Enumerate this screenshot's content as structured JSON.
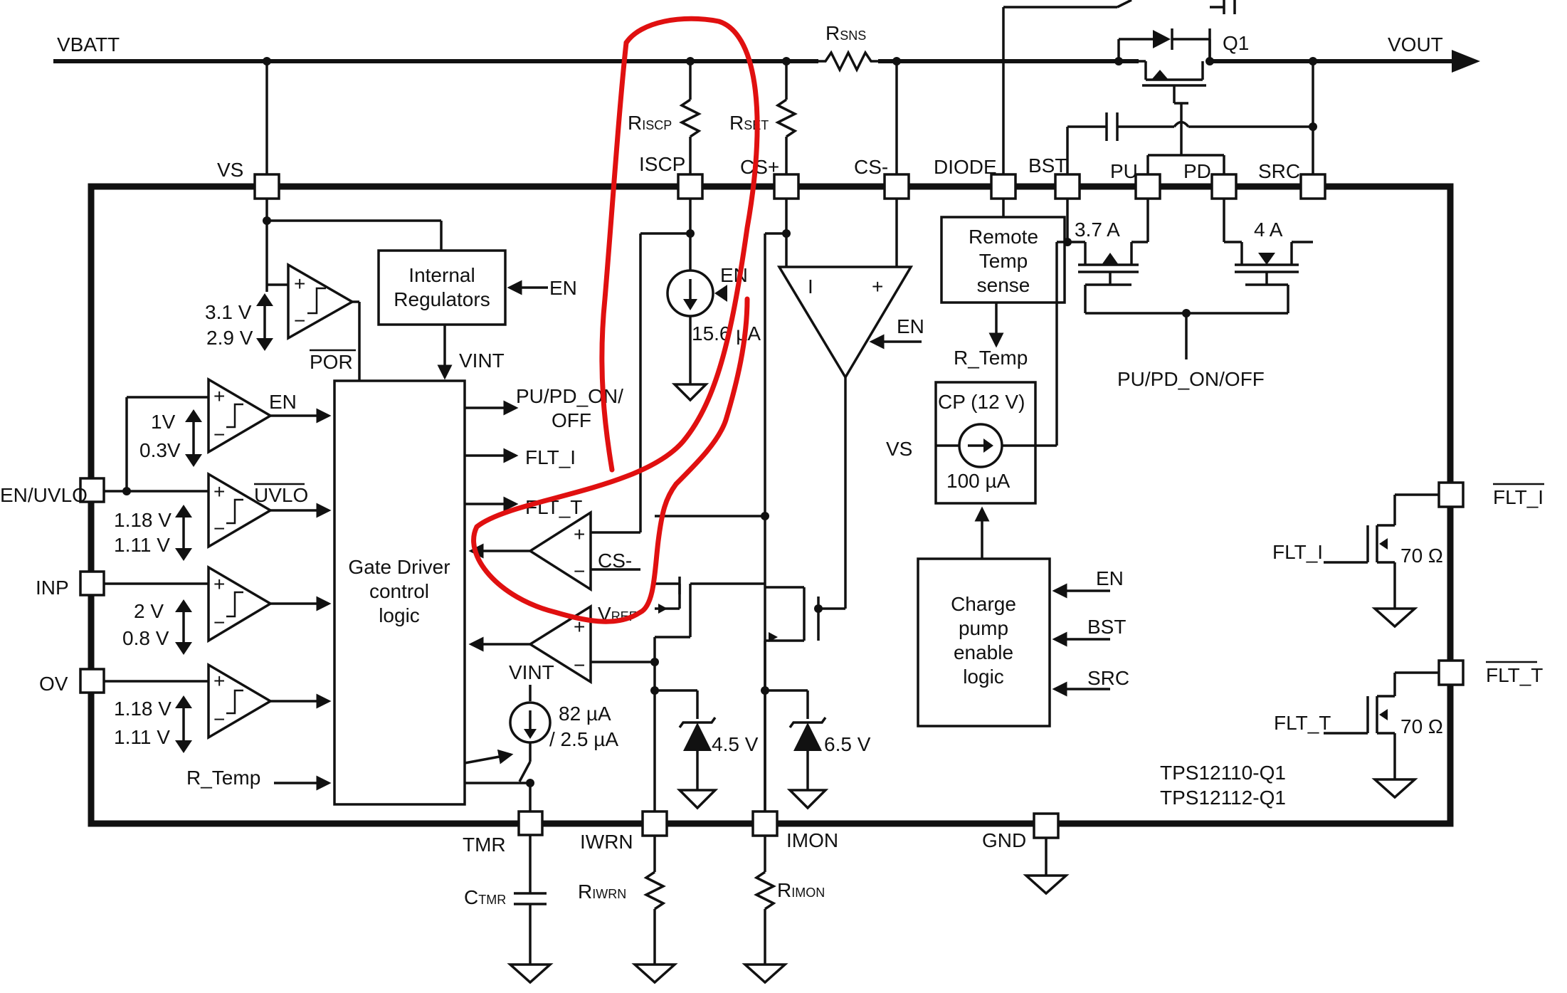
{
  "rails": {
    "vbatt": "VBATT",
    "vout": "VOUT"
  },
  "components": {
    "rsns": {
      "main": "R",
      "sub": "SNS"
    },
    "riscp": {
      "main": "R",
      "sub": "ISCP"
    },
    "rset": {
      "main": "R",
      "sub": "SET"
    },
    "ctmr": {
      "main": "C",
      "sub": "TMR"
    },
    "riwrn": {
      "main": "R",
      "sub": "IWRN"
    },
    "rimon": {
      "main": "R",
      "sub": "IMON"
    },
    "q1": "Q1"
  },
  "pins": {
    "vs": "VS",
    "iscp": "ISCP",
    "cs_plus": "CS+",
    "cs_minus": "CS-",
    "diode": "DIODE",
    "bst": "BST",
    "pu": "PU",
    "pd": "PD",
    "src": "SRC",
    "en_uvlo": "EN/UVLO",
    "inp": "INP",
    "ov": "OV",
    "tmr": "TMR",
    "iwrn": "IWRN",
    "imon": "IMON",
    "gnd": "GND",
    "flt_i": "FLT_I",
    "flt_t": "FLT_T"
  },
  "blocks": {
    "internal_regulators": [
      "Internal",
      "Regulators"
    ],
    "gate_driver": [
      "Gate Driver",
      "control",
      "logic"
    ],
    "remote_temp": [
      "Remote",
      "Temp",
      "sense"
    ],
    "charge_pump": [
      "Charge",
      "pump",
      "enable",
      "logic"
    ],
    "cp": "CP (12 V)"
  },
  "signals": {
    "en": "EN",
    "vint": "VINT",
    "por": "POR",
    "uvlo": "UVLO",
    "pu_pd_on_off": "PU/PD_ON/OFF",
    "pu_pd_on_off_split": [
      "PU/PD_ON/",
      "OFF"
    ],
    "flt_i": "FLT_I",
    "flt_t": "FLT_T",
    "cs_minus": "CS-",
    "vref": {
      "main": "V",
      "sub": "REF"
    },
    "r_temp": "R_Temp",
    "vs": "VS",
    "bst": "BST",
    "src": "SRC",
    "amp_i": "I",
    "plus": "+",
    "minus": "−"
  },
  "values": {
    "por_hi": "3.1 V",
    "por_lo": "2.9 V",
    "en_hi": "1V",
    "en_lo": "0.3V",
    "uvlo_hi": "1.18 V",
    "uvlo_lo": "1.11 V",
    "inp_hi": "2 V",
    "inp_lo": "0.8 V",
    "ov_hi": "1.18 V",
    "ov_lo": "1.11 V",
    "iscp_current": "15.6 µA",
    "cp_current": "100 µA",
    "tmr_current_1": "82 µA",
    "tmr_current_2": "/ 2.5 µA",
    "z1": "4.5 V",
    "z2": "6.5 V",
    "pu_current": "3.7 A",
    "pd_current": "4 A",
    "flt_r": "70 Ω"
  },
  "parts": [
    "TPS12110-Q1",
    "TPS12112-Q1"
  ],
  "colors": {
    "ink": "#111111",
    "highlight": "#e01010",
    "background": "#ffffff"
  }
}
